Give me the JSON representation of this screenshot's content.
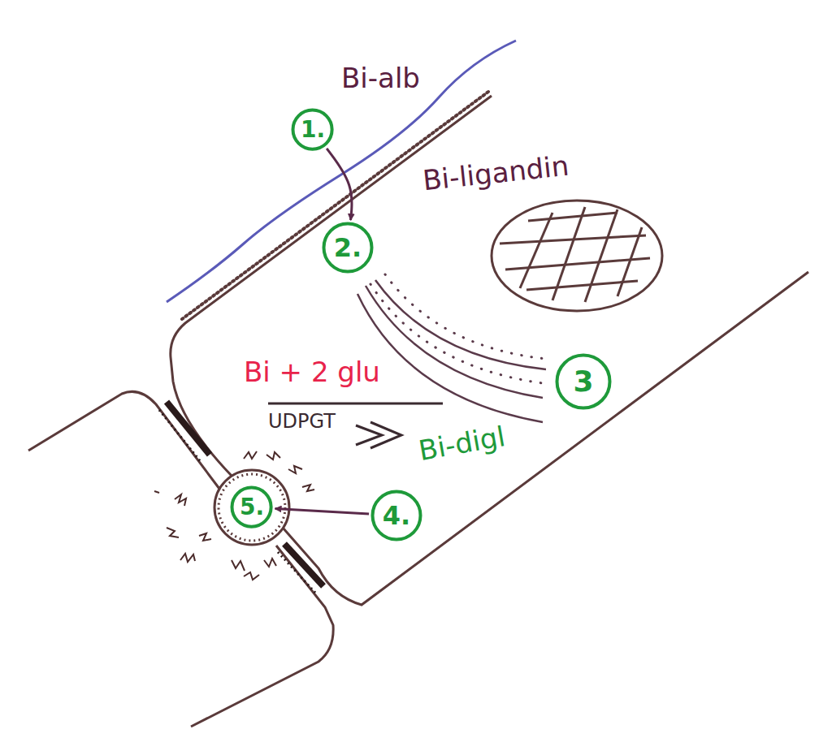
{
  "diagram": {
    "nodes": [
      {
        "text": [
          "1."
        ]
      },
      {
        "text": [
          "2."
        ]
      },
      {
        "text": [
          "3"
        ]
      },
      {
        "text": [
          "4."
        ]
      },
      {
        "text": [
          "5."
        ]
      }
    ],
    "edges": [
      {
        "from": 0,
        "to": 1,
        "arrow": "to"
      },
      {
        "from": 3,
        "to": 4,
        "arrow": "to"
      }
    ],
    "labels": [
      "Bi-alb",
      "Bi-ligandin",
      "Bi + 2 glu",
      "UDPGT",
      "Bi-digl"
    ]
  }
}
